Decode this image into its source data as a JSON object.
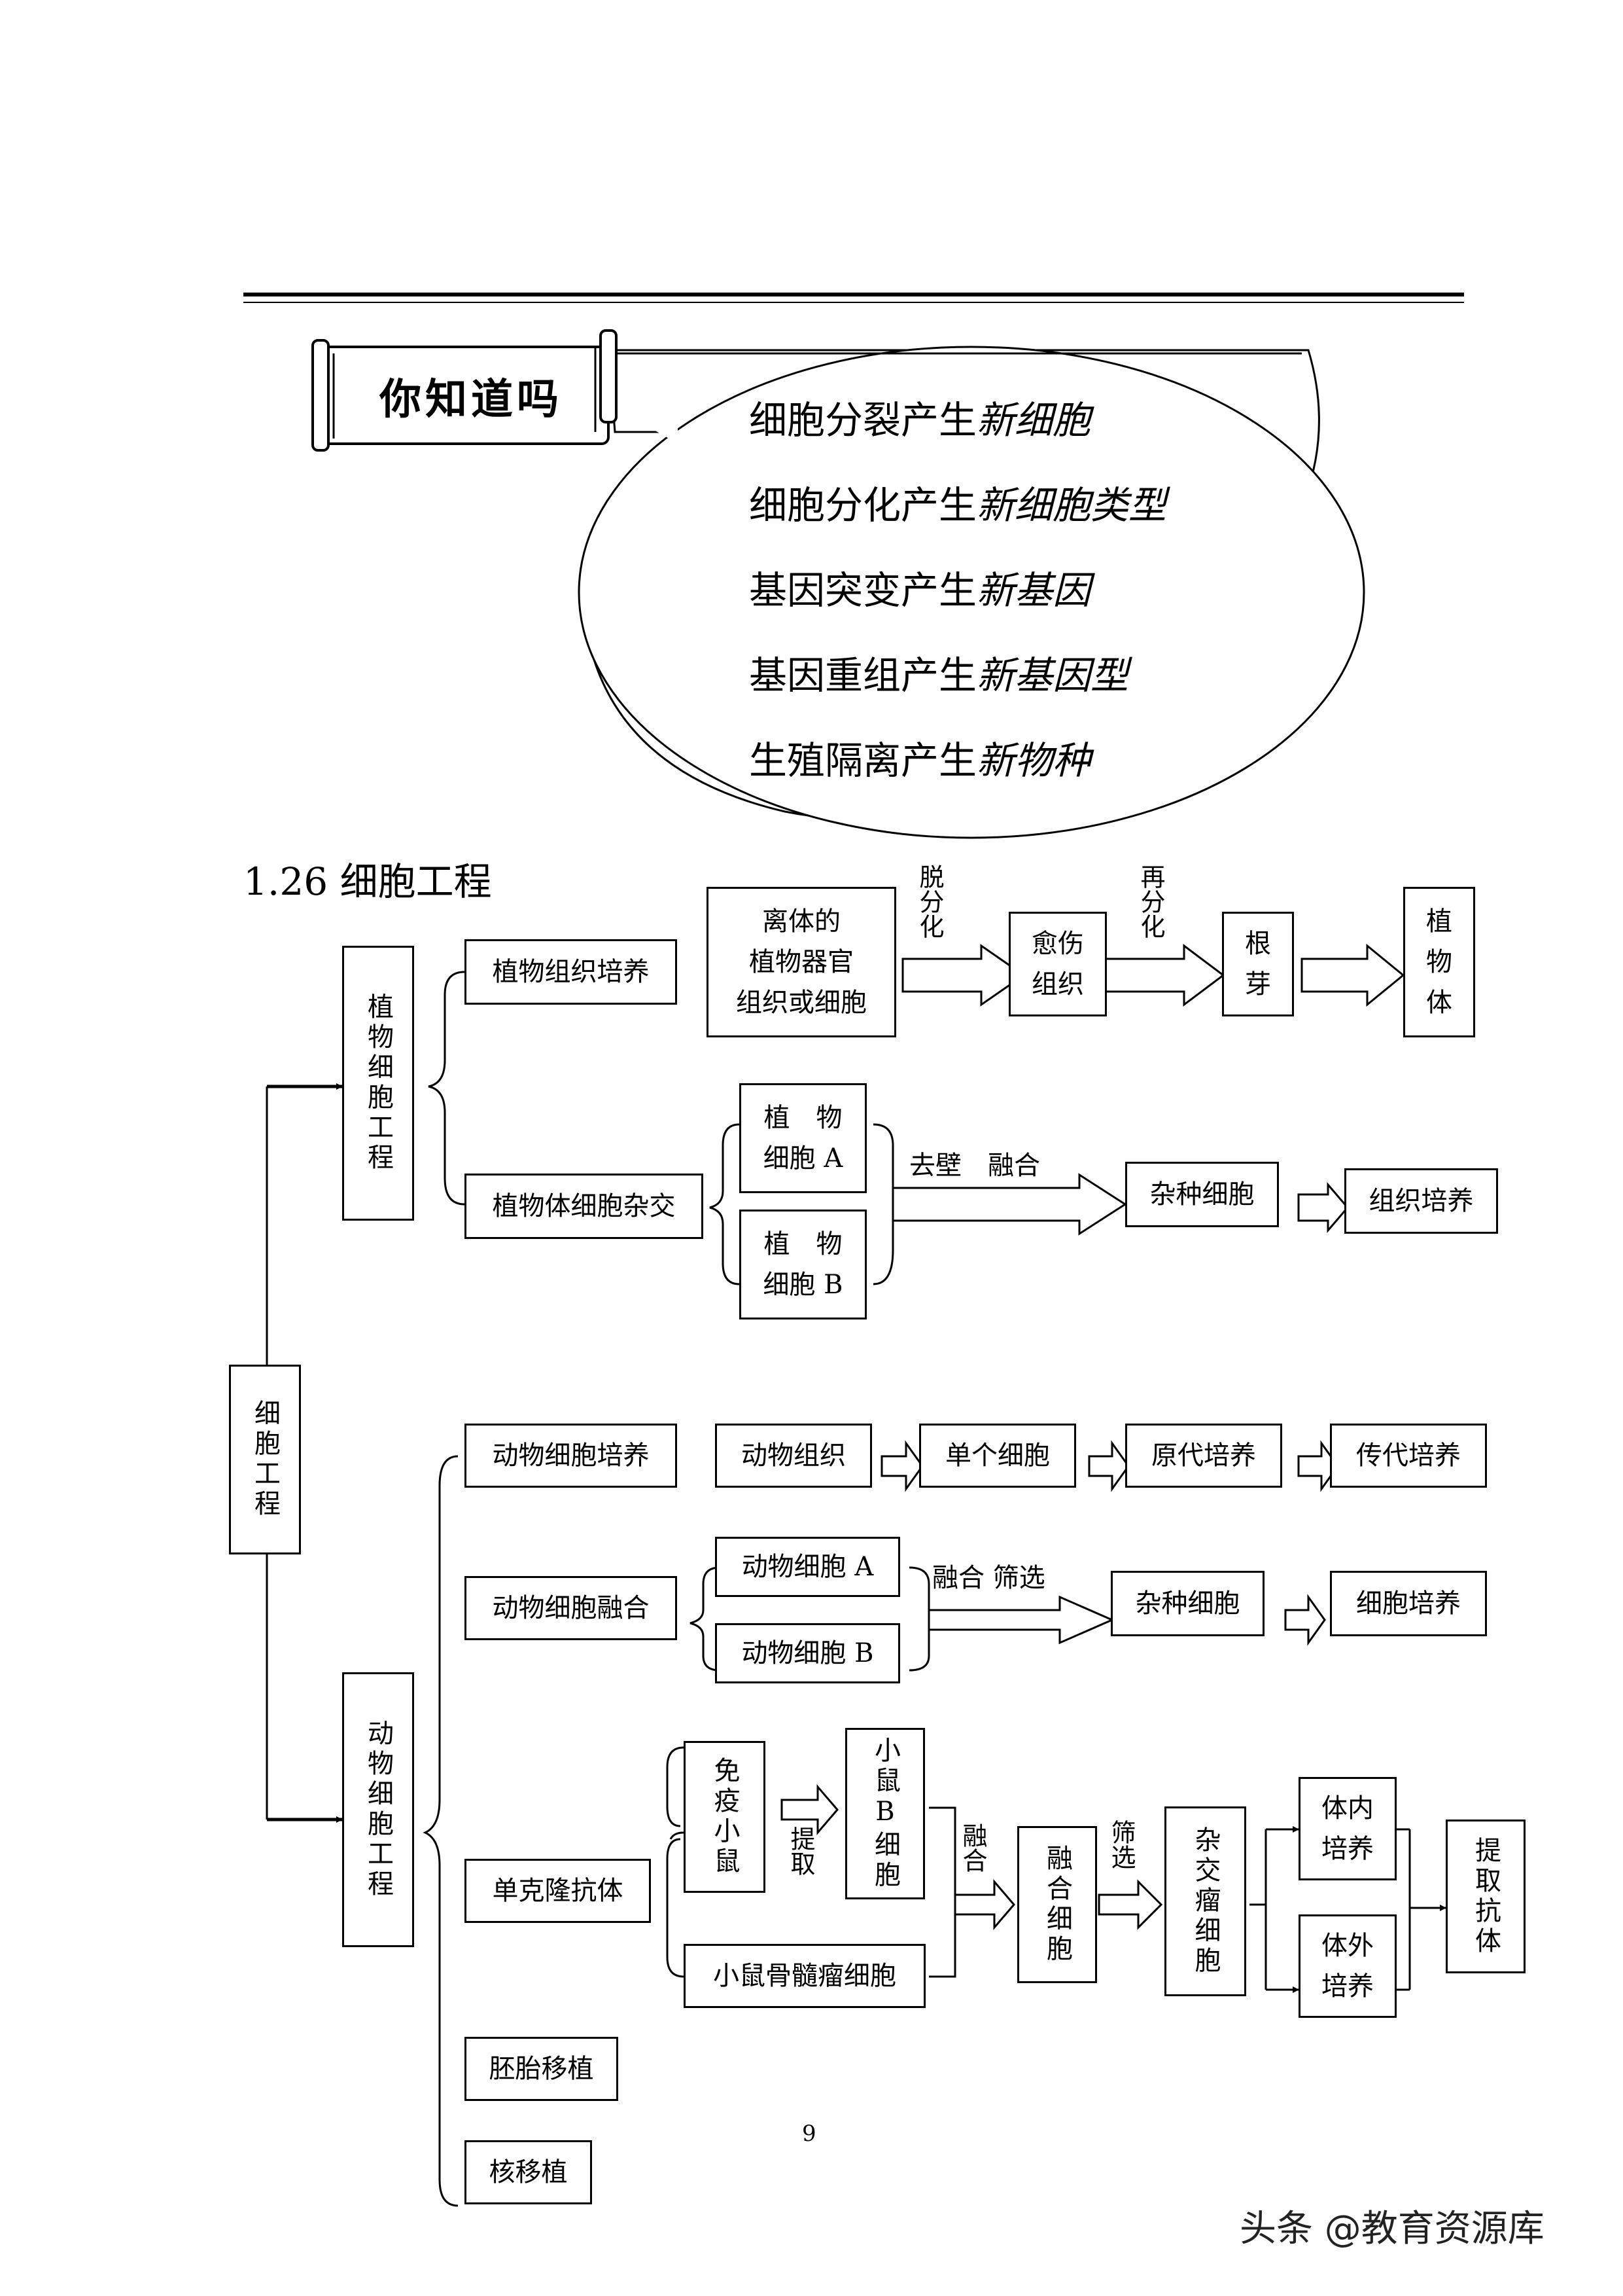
{
  "header_badge": "你知道吗",
  "facts": [
    {
      "plain": "细胞分裂产生",
      "italic": "新细胞"
    },
    {
      "plain": "细胞分化产生",
      "italic": "新细胞类型"
    },
    {
      "plain": "基因突变产生",
      "italic": "新基因"
    },
    {
      "plain": "基因重组产生",
      "italic": "新基因型"
    },
    {
      "plain": "生殖隔离产生",
      "italic": "新物种"
    }
  ],
  "section_title": "1.26 细胞工程",
  "root": "细胞工程",
  "plant": {
    "branch": "植物细胞工程",
    "tissue_culture": {
      "label": "植物组织培养",
      "source": "离体的\n植物器官\n组织或细胞",
      "arrow1": "脱分化",
      "callus": "愈伤\n组织",
      "arrow2": "再分化",
      "roots": "根\n芽",
      "result": "植\n物\n体"
    },
    "hybrid": {
      "label": "植物体细胞杂交",
      "cell_a": "植　物\n细胞 A",
      "cell_b": "植　物\n细胞 B",
      "arrow": "去壁　融合",
      "hybrid_cell": "杂种细胞",
      "culture": "组织培养"
    }
  },
  "animal": {
    "branch": "动物细胞工程",
    "culture": {
      "label": "动物细胞培养",
      "steps": [
        "动物组织",
        "单个细胞",
        "原代培养",
        "传代培养"
      ]
    },
    "fusion": {
      "label": "动物细胞融合",
      "cell_a": "动物细胞 A",
      "cell_b": "动物细胞 B",
      "arrow": "融合 筛选",
      "hybrid_cell": "杂种细胞",
      "culture": "细胞培养"
    },
    "antibody": {
      "label": "单克隆抗体",
      "mouse": "免疫小鼠",
      "extract": "提取",
      "b_cell": "小鼠B细胞",
      "myeloma": "小鼠骨髓瘤细胞",
      "fuse": "融合",
      "fused_cell": "融合细胞",
      "screen": "筛选",
      "hybridoma": "杂交瘤细胞",
      "in_vivo": "体内\n培养",
      "in_vitro": "体外\n培养",
      "extract_antibody": "提取抗体"
    },
    "embryo_transfer": "胚胎移植",
    "nuclear_transfer": "核移植"
  },
  "page_number": "9",
  "watermark": "头条 @教育资源库"
}
